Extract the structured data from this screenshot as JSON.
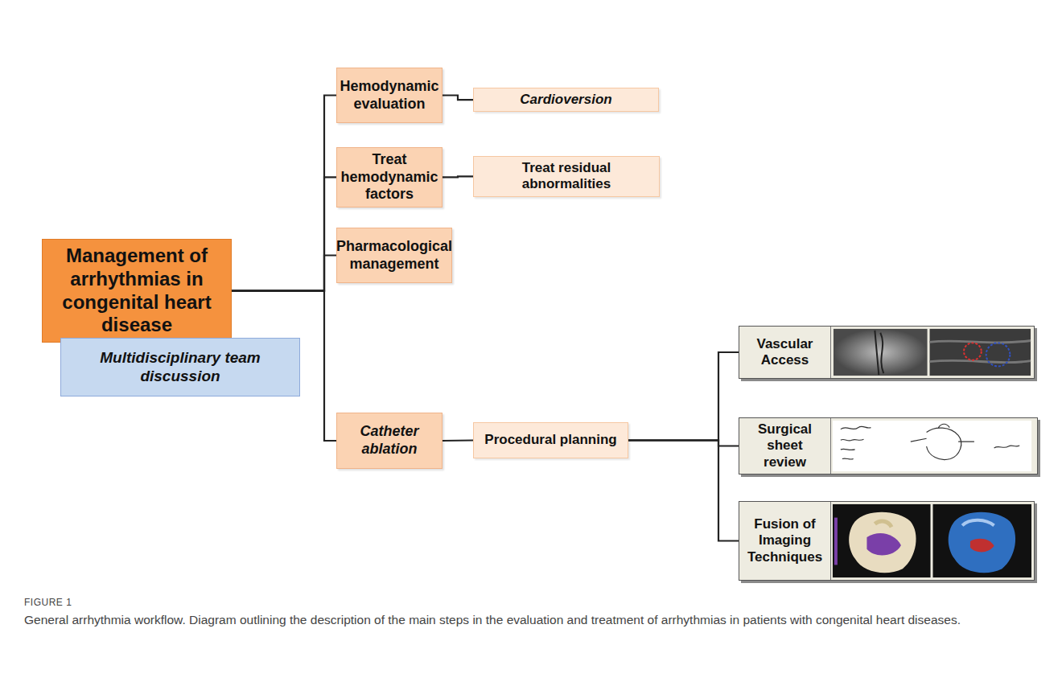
{
  "diagram": {
    "caption": "General arrhythmia workflow. Diagram outlining the description of the main steps in the evaluation and treatment of arrhythmias in patients with congenital heart diseases.",
    "nodes": [
      {
        "text": [
          "Management of arrhythmias in congenital heart disease"
        ]
      },
      {
        "text": [
          "Multidisciplinary team discussion"
        ]
      },
      {
        "text": [
          "Hemodynamic evaluation"
        ]
      },
      {
        "text": [
          "Cardioversion"
        ]
      },
      {
        "text": [
          "Treat hemodynamic factors"
        ]
      },
      {
        "text": [
          "Treat residual abnormalities"
        ]
      },
      {
        "text": [
          "Pharmacological management"
        ]
      },
      {
        "text": [
          "Catheter ablation"
        ]
      },
      {
        "text": [
          "Procedural planning"
        ]
      },
      {
        "text": [
          "Vascular Access"
        ]
      },
      {
        "text": [
          "Surgical sheet review"
        ]
      },
      {
        "text": [
          "Fusion of Imaging Techniques"
        ]
      }
    ],
    "edges": [
      {
        "from": 0,
        "to": 1,
        "arrow": "none"
      },
      {
        "from": 0,
        "to": 2,
        "arrow": "none"
      },
      {
        "from": 0,
        "to": 4,
        "arrow": "none"
      },
      {
        "from": 0,
        "to": 6,
        "arrow": "none"
      },
      {
        "from": 0,
        "to": 7,
        "arrow": "none"
      },
      {
        "from": 2,
        "to": 3,
        "arrow": "none"
      },
      {
        "from": 4,
        "to": 5,
        "arrow": "none"
      },
      {
        "from": 7,
        "to": 8,
        "arrow": "none"
      },
      {
        "from": 8,
        "to": 9,
        "arrow": "none"
      },
      {
        "from": 8,
        "to": 10,
        "arrow": "none"
      },
      {
        "from": 8,
        "to": 11,
        "arrow": "none"
      }
    ],
    "labels": [
      "FIGURE 1"
    ]
  }
}
